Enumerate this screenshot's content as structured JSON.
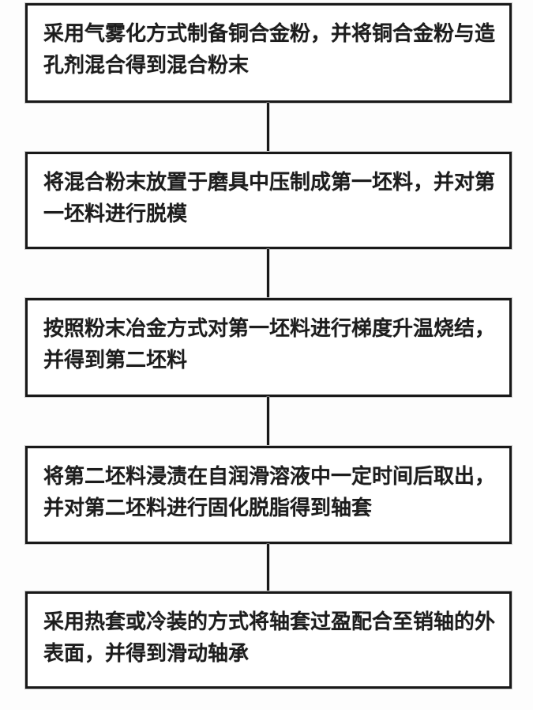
{
  "figure": {
    "type": "flowchart",
    "direction": "top-down",
    "style": {
      "background": "#fdfdfd",
      "box_background": "#ffffff",
      "box_border_color": "#191919",
      "text_color": "#1d1d1d",
      "connector_color": "#191919"
    },
    "steps": [
      {
        "text": "采用气雾化方式制备铜合金粉，并将铜合金粉与造\n孔剂混合得到混合粉末"
      },
      {
        "text": "将混合粉末放置于磨具中压制成第一坯料，并对第\n一坯料进行脱模"
      },
      {
        "text": "按照粉末冶金方式对第一坯料进行梯度升温烧结，\n并得到第二坯料"
      },
      {
        "text": "将第二坯料浸渍在自润滑溶液中一定时间后取出，\n并对第二坯料进行固化脱脂得到轴套"
      },
      {
        "text": "采用热套或冷装的方式将轴套过盈配合至销轴的外\n表面，并得到滑动轴承"
      }
    ],
    "connectors": [
      {
        "from": 1,
        "to": 2,
        "shape": "straight-line",
        "arrowhead": "none"
      },
      {
        "from": 2,
        "to": 3,
        "shape": "straight-line",
        "arrowhead": "none"
      },
      {
        "from": 3,
        "to": 4,
        "shape": "straight-line",
        "arrowhead": "none"
      },
      {
        "from": 4,
        "to": 5,
        "shape": "straight-line",
        "arrowhead": "none"
      }
    ]
  }
}
